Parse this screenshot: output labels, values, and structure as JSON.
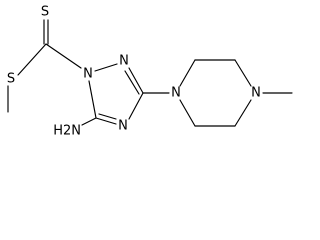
{
  "molecule": {
    "atoms": {
      "thione_s": "S",
      "thioether_s": "S",
      "triazole_n1": "N",
      "triazole_n2": "N",
      "triazole_n4": "N",
      "piperazine_n1": "N",
      "piperazine_n4": "N",
      "amino": "H2N"
    }
  }
}
